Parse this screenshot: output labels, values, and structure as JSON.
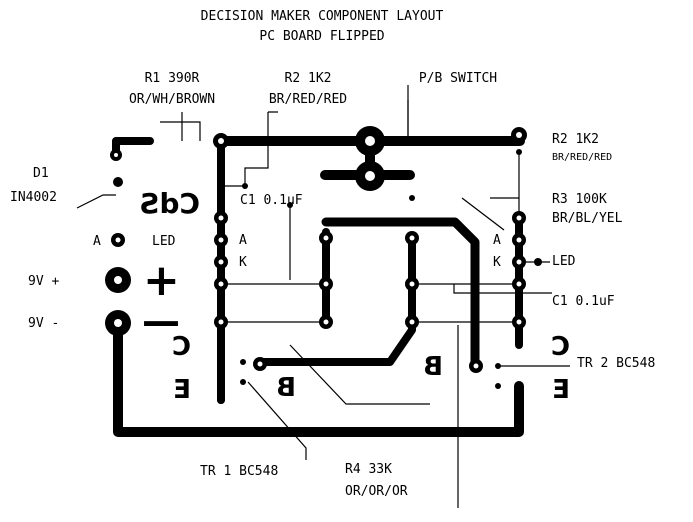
{
  "title": {
    "line1": "DECISION MAKER  COMPONENT LAYOUT",
    "line2": "PC BOARD FLIPPED"
  },
  "labels": {
    "r1_top": "R1 390R",
    "r1_bottom": "OR/WH/BROWN",
    "r2_top": "R2 1K2",
    "r2_bottom": "BR/RED/RED",
    "pb_switch": "P/B SWITCH",
    "r2_right_top": "R2 1K2",
    "r2_right_bottom": "BR/RED/RED",
    "r3_top": "R3 100K",
    "r3_bottom": "BR/BL/YEL",
    "d1_top": "D1",
    "d1_bottom": "IN4002",
    "c1_top": "C1 0.1uF",
    "c1_right": "C1 0.1uF",
    "led_left": "LED",
    "led_right": "LED",
    "tr1": "TR 1 BC548",
    "tr2": "TR 2 BC548",
    "r4_top": "R4 33K",
    "r4_bottom": "OR/OR/OR",
    "supply_pos": "9V +",
    "supply_neg": "9V -"
  },
  "board_marks": {
    "cds": "CdS",
    "plus": "+",
    "minus": "—",
    "a_left_outer": "A",
    "a_left_inner": "A",
    "k_left_inner": "K",
    "a_right": "A",
    "k_right": "K",
    "c_left": "C",
    "e_left": "E",
    "b_left": "B",
    "b_center": "B",
    "c_right": "C",
    "e_right": "E"
  }
}
